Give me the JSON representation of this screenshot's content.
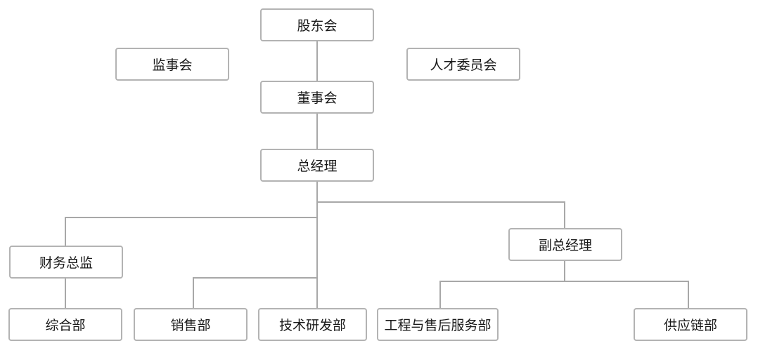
{
  "org_chart": {
    "shareholders": "股东会",
    "supervisory_board": "监事会",
    "talent_committee": "人才委员会",
    "board_of_directors": "董事会",
    "general_manager": "总经理",
    "cfo": "财务总监",
    "deputy_gm": "副总经理",
    "general_affairs": "综合部",
    "sales": "销售部",
    "rnd": "技术研发部",
    "engineering_service": "工程与售后服务部",
    "supply_chain": "供应链部"
  }
}
